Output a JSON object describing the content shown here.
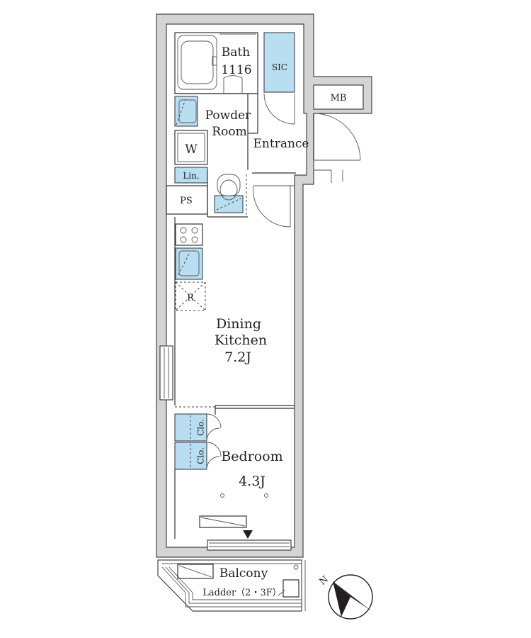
{
  "rooms": {
    "bath": {
      "name": "Bath",
      "size": "1116"
    },
    "sic": "SIC",
    "mb": "MB",
    "powder_room": {
      "line1": "Powder",
      "line2": "Room"
    },
    "entrance": "Entrance",
    "washer": "W",
    "linen": "Lin.",
    "ps": "PS",
    "refrigerator": "R",
    "dining_kitchen": {
      "line1": "Dining",
      "line2": "Kitchen",
      "size": "7.2J"
    },
    "closet_top": "Clo.",
    "closet_bottom": "Clo.",
    "bedroom": {
      "name": "Bedroom",
      "size": "4.3J"
    },
    "balcony": "Balcony",
    "ladder": "Ladder（2・3F）"
  },
  "compass": {
    "label": "N"
  },
  "colors": {
    "wall": "#d4d4d6",
    "fixture_blue": "#b9ddf1",
    "line": "#231f20"
  }
}
